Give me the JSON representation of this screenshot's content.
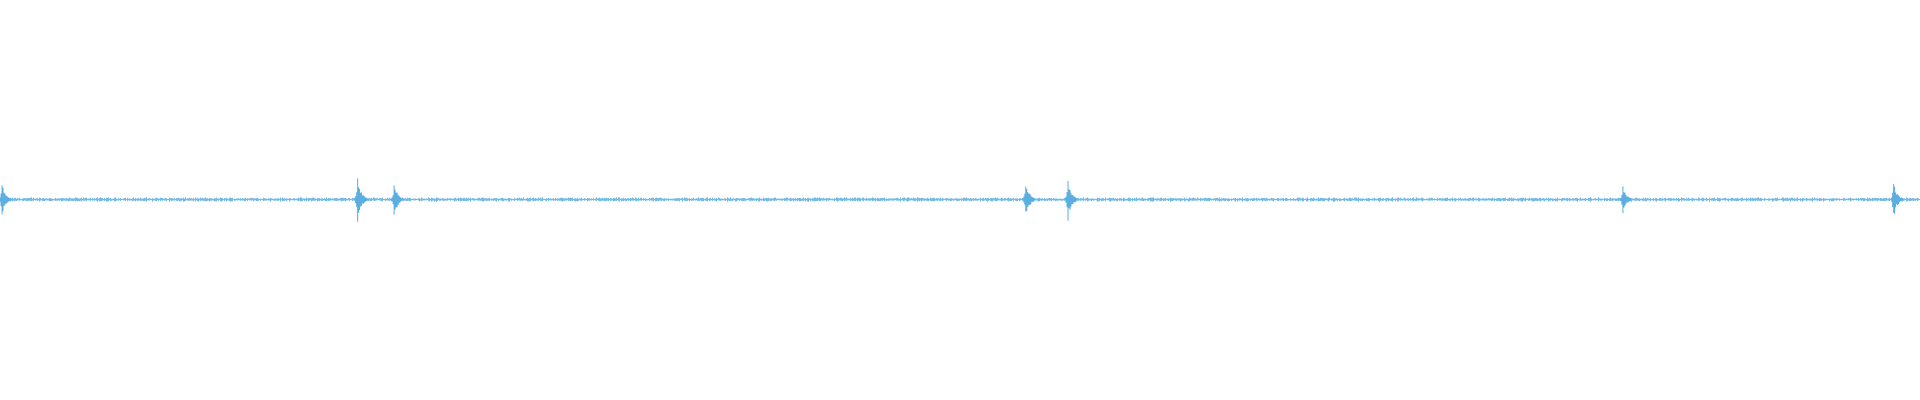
{
  "chart_data": {
    "type": "line",
    "title": "",
    "xlabel": "",
    "ylabel": "",
    "grid": false,
    "legend": "none",
    "color": "#5aaee0",
    "baseline_amplitude": 0.012,
    "x_range": [
      0,
      1
    ],
    "y_range": [
      -1,
      1
    ],
    "peaks": [
      {
        "x": 0.0008,
        "amplitude": 0.08
      },
      {
        "x": 0.186,
        "amplitude": 0.11
      },
      {
        "x": 0.205,
        "amplitude": 0.08
      },
      {
        "x": 0.534,
        "amplitude": 0.09
      },
      {
        "x": 0.556,
        "amplitude": 0.1
      },
      {
        "x": 0.845,
        "amplitude": 0.07
      },
      {
        "x": 0.986,
        "amplitude": 0.09
      }
    ]
  }
}
